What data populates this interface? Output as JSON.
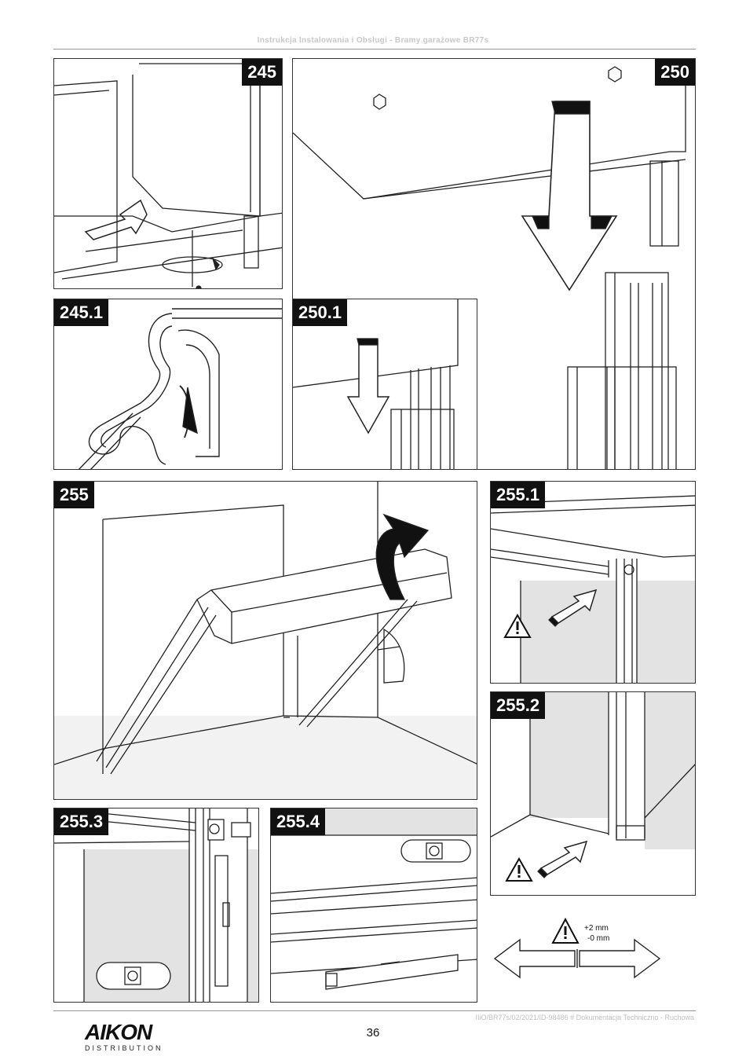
{
  "header": {
    "text": "Instrukcja Instalowania i Obsługi - Bramy garażowe BR77s"
  },
  "panels": {
    "p245": "245",
    "p250": "250",
    "p245_1": "245.1",
    "p250_1": "250.1",
    "p255": "255",
    "p255_1": "255.1",
    "p255_2": "255.2",
    "p255_3": "255.3",
    "p255_4": "255.4"
  },
  "tolerance": {
    "plus": "+2 mm",
    "minus": "-0 mm"
  },
  "footer": {
    "code": "IIiO/BR77s/02/2021/ID-98486 # Dokumentacja Techniczno - Ruchowa",
    "page_number": "36",
    "logo_main": "AIKON",
    "logo_sub": "DISTRIBUTION"
  },
  "colors": {
    "ink": "#111111",
    "wall_gray": "#e3e3e3",
    "rule": "#9a9a9a"
  },
  "icons": [
    "hex-bolt-icon",
    "warning-triangle-icon",
    "arrow-icon",
    "rotate-arrow-icon",
    "double-arrow-icon"
  ]
}
